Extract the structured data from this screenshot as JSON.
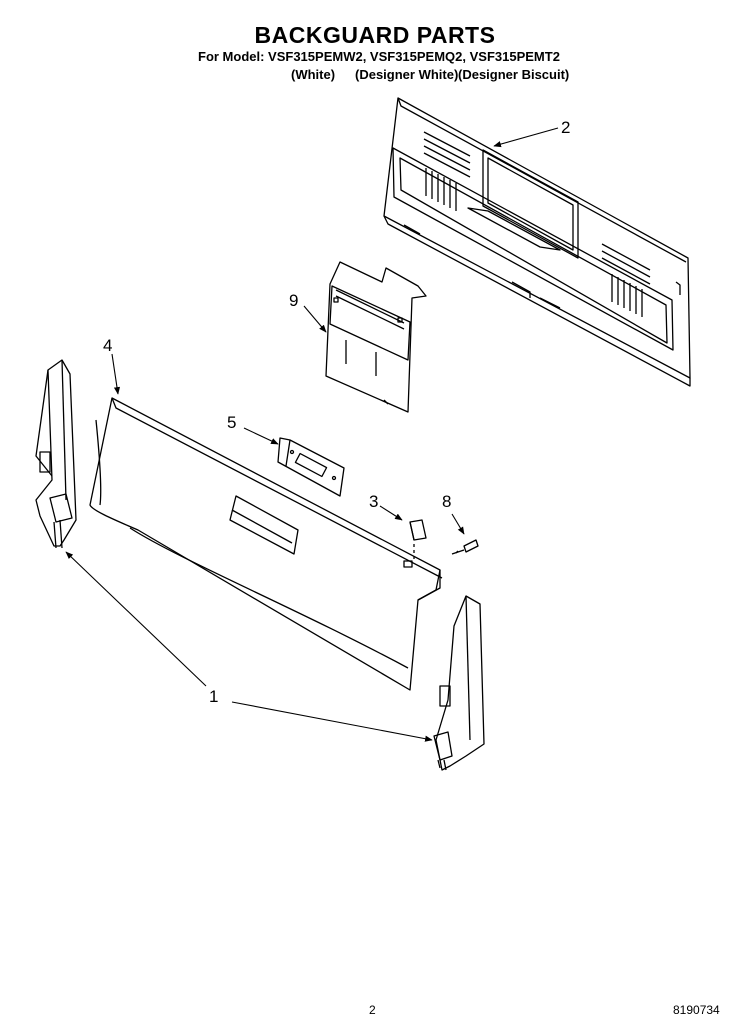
{
  "header": {
    "title": "BACKGUARD PARTS",
    "model_line": "For Model: VSF315PEMW2, VSF315PEMQ2, VSF315PEMT2",
    "variants": [
      "(White)",
      "(Designer White)",
      "(Designer Biscuit)"
    ]
  },
  "callouts": {
    "c1": "1",
    "c2": "2",
    "c3": "3",
    "c4": "4",
    "c5": "5",
    "c8": "8",
    "c9": "9"
  },
  "footer": {
    "page_number": "2",
    "doc_number": "8190734"
  }
}
